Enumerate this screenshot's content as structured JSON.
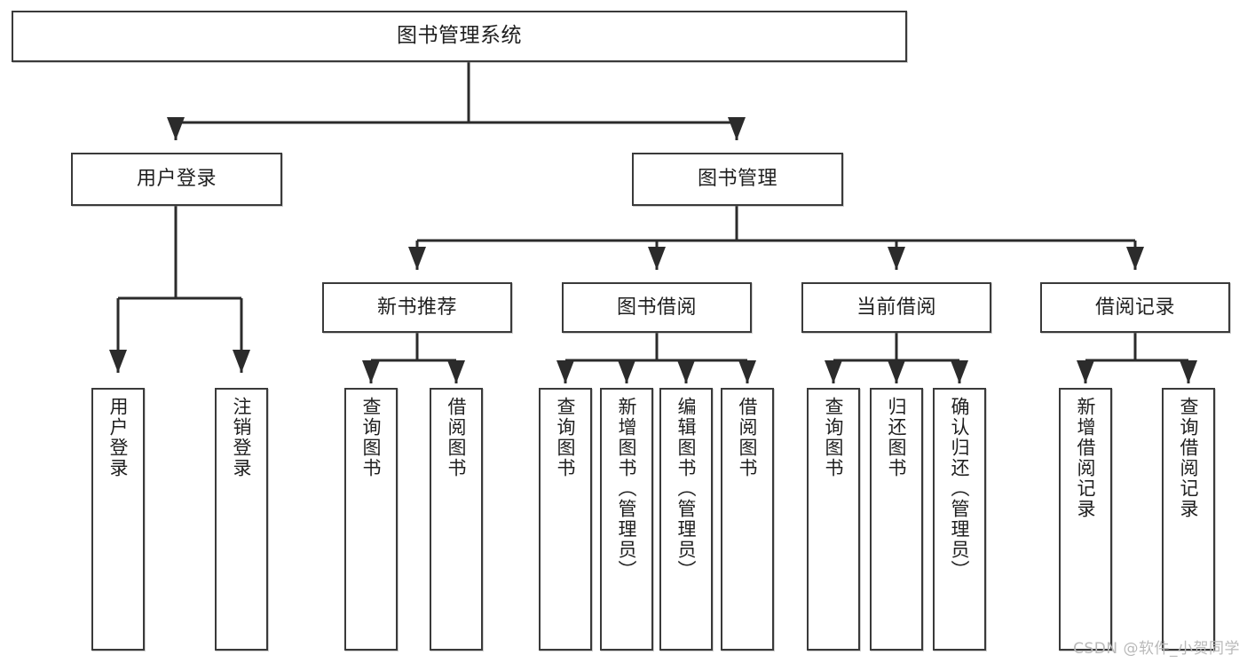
{
  "diagram": {
    "title": "图书管理系统",
    "type": "hierarchy-tree",
    "watermark": "CSDN @软件_小贺同学",
    "colors": {
      "box_border": "#3a3a3a",
      "box_fill": "#ffffff",
      "line": "#2b2b2b",
      "text": "#1f1f1f",
      "watermark": "#b9b9b9"
    },
    "nodes": {
      "root": {
        "label": "图书管理系统",
        "level": 1
      },
      "level2": [
        {
          "label": "用户登录"
        },
        {
          "label": "图书管理"
        }
      ],
      "level3": [
        {
          "label": "新书推荐"
        },
        {
          "label": "图书借阅"
        },
        {
          "label": "当前借阅"
        },
        {
          "label": "借阅记录"
        }
      ],
      "leaves": {
        "user_login": [
          {
            "label": "用户登录"
          },
          {
            "label": "注销登录"
          }
        ],
        "new_book_recommend": [
          {
            "label": "查询图书"
          },
          {
            "label": "借阅图书"
          }
        ],
        "book_borrow": [
          {
            "label": "查询图书"
          },
          {
            "label": "新增图书（管理员）"
          },
          {
            "label": "编辑图书（管理员）"
          },
          {
            "label": "借阅图书"
          }
        ],
        "current_borrow": [
          {
            "label": "查询图书"
          },
          {
            "label": "归还图书"
          },
          {
            "label": "确认归还（管理员）"
          }
        ],
        "borrow_record": [
          {
            "label": "新增借阅记录"
          },
          {
            "label": "查询借阅记录"
          }
        ]
      }
    }
  }
}
